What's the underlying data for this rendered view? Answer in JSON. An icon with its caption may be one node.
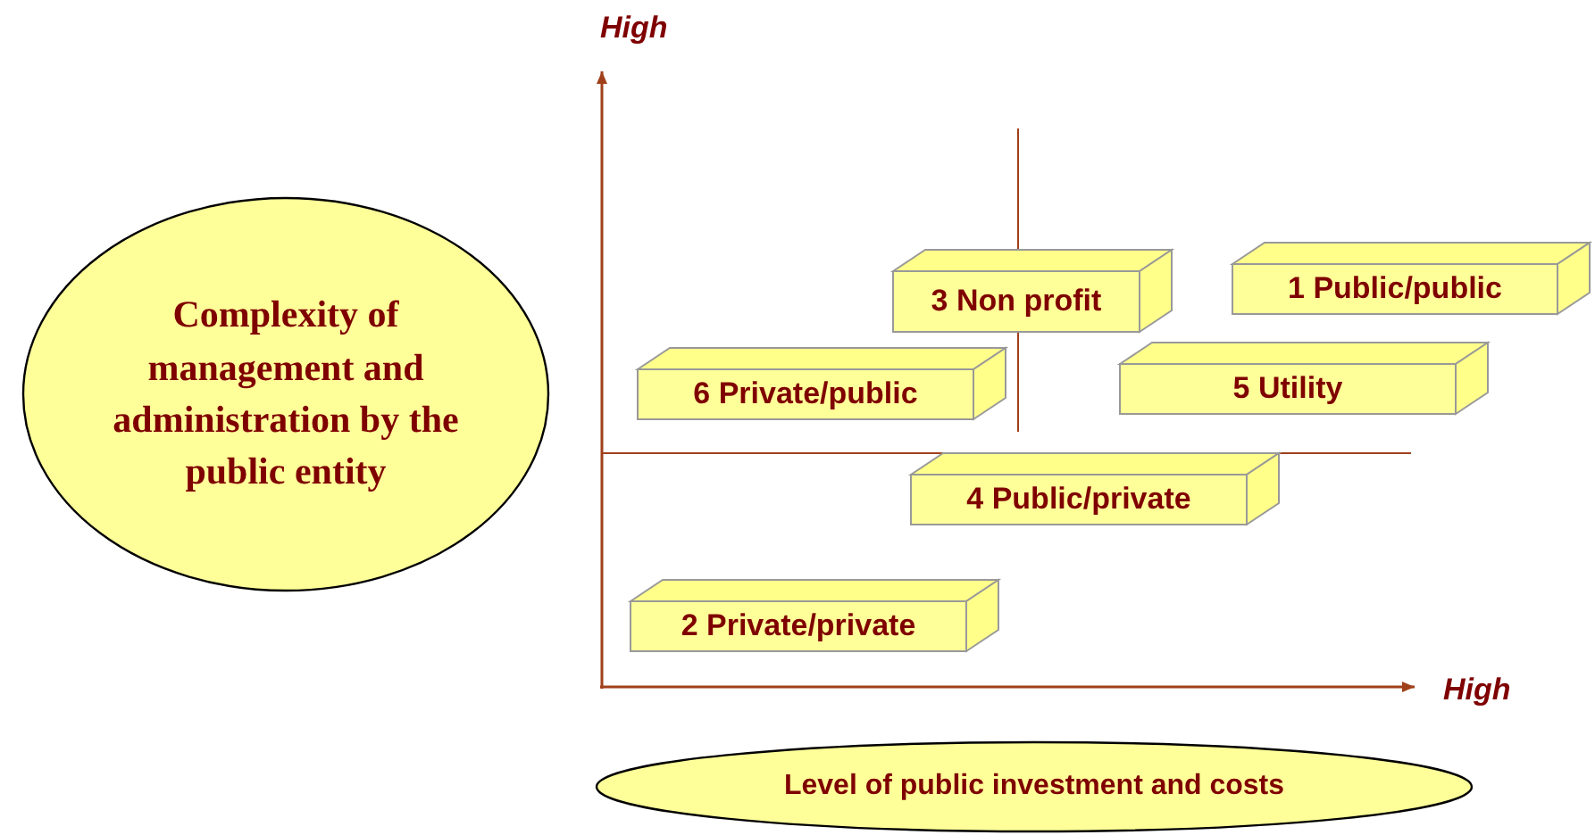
{
  "diagram": {
    "nodes": [
      {
        "text": [
          "Complexity of management and administration by the public entity"
        ]
      },
      {
        "text": [
          "1 Public/public"
        ]
      },
      {
        "text": [
          "3 Non profit"
        ]
      },
      {
        "text": [
          "6 Private/public"
        ]
      },
      {
        "text": [
          "5 Utility"
        ]
      },
      {
        "text": [
          "4 Public/private"
        ]
      },
      {
        "text": [
          "2 Private/private"
        ]
      },
      {
        "text": [
          "Level of public investment and costs"
        ]
      }
    ],
    "labels": [
      "High",
      "High"
    ]
  }
}
